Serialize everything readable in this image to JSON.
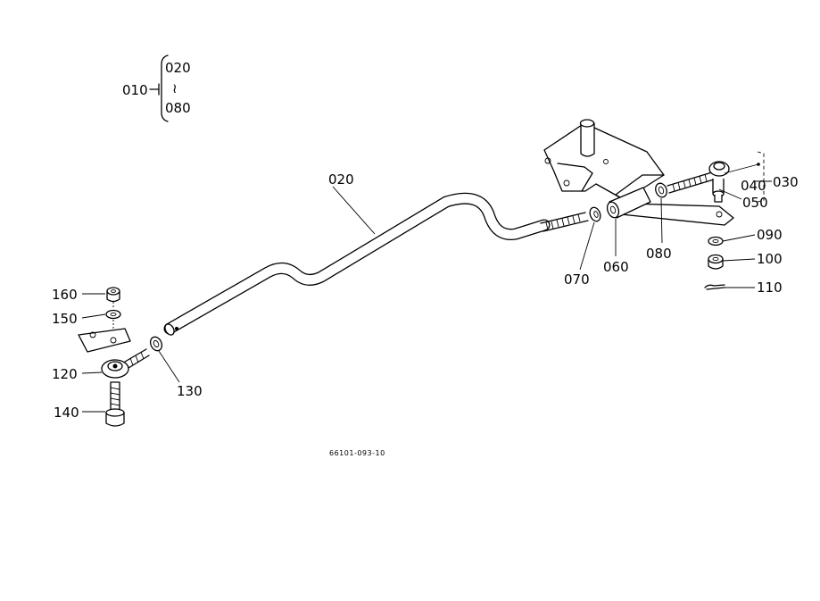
{
  "diagram": {
    "group": {
      "assembly": "010",
      "first": "020",
      "tilde": "≀",
      "last": "080"
    },
    "labels": {
      "p020": "020",
      "p030": "030",
      "p040": "040",
      "p050": "050",
      "p060": "060",
      "p070": "070",
      "p080": "080",
      "p090": "090",
      "p100": "100",
      "p110": "110",
      "p120": "120",
      "p130": "130",
      "p140": "140",
      "p150": "150",
      "p160": "160"
    },
    "drawing_code": "66101-093-10"
  }
}
